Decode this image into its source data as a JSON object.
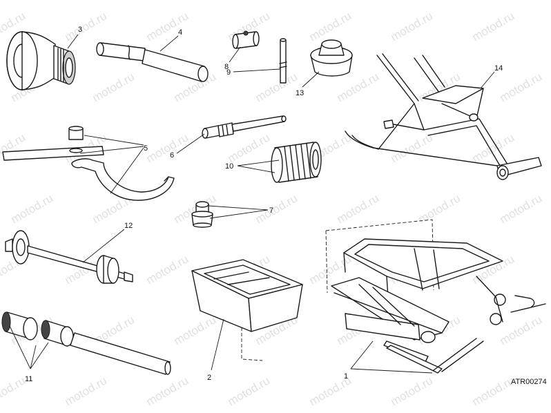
{
  "watermark": "motod.ru",
  "drawing_code": "ATR00274",
  "callouts": [
    "1",
    "2",
    "3",
    "4",
    "5",
    "6",
    "7",
    "8",
    "9",
    "10",
    "11",
    "12",
    "13",
    "14"
  ]
}
